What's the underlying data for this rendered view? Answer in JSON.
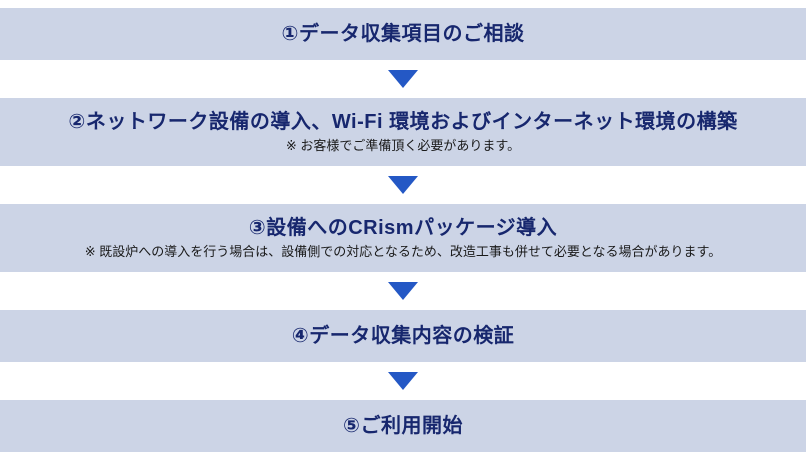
{
  "diagram": {
    "type": "vertical-process-flow",
    "steps": [
      {
        "title": "①データ収集項目のご相談",
        "note": ""
      },
      {
        "title": "②ネットワーク設備の導入、Wi-Fi 環境およびインターネット環境の構築",
        "note": "※ お客様でご準備頂く必要があります。"
      },
      {
        "title": "③設備へのCRismパッケージ導入",
        "note": "※ 既設炉への導入を行う場合は、設備側での対応となるため、改造工事も併せて必要となる場合があります。"
      },
      {
        "title": "④データ収集内容の検証",
        "note": ""
      },
      {
        "title": "⑤ご利用開始",
        "note": ""
      }
    ],
    "colors": {
      "banner_background": "#ccd4e6",
      "title_text": "#17276e",
      "note_text": "#1a1a1a",
      "arrow": "#2458c5",
      "page_background": "#ffffff"
    }
  }
}
